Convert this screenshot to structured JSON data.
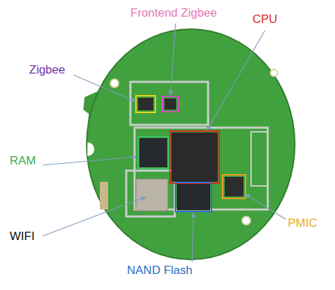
{
  "diagram": {
    "labels": [
      "Frontend Zigbee",
      "CPU",
      "Zigbee",
      "RAM",
      "WIFI",
      "PMIC",
      "NAND Flash"
    ]
  }
}
